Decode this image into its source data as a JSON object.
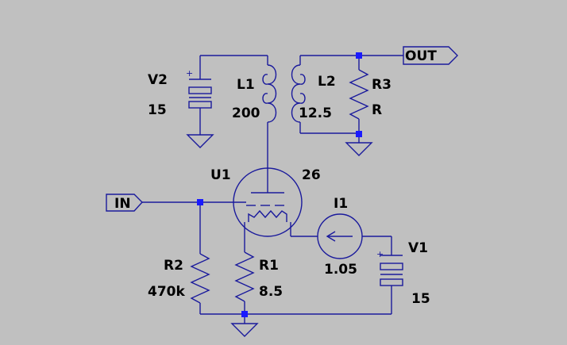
{
  "colors": {
    "background": "#c0c0c0",
    "wire": "#1a1a9c",
    "junction": "#1a1aff",
    "text": "#000000"
  },
  "components": {
    "v2": {
      "name": "V2",
      "value": "15"
    },
    "l1": {
      "name": "L1",
      "value": "200"
    },
    "l2": {
      "name": "L2",
      "value": "12.5"
    },
    "r3": {
      "name": "R3",
      "value": "R"
    },
    "u1": {
      "name": "U1",
      "value": "26"
    },
    "i1": {
      "name": "I1",
      "value": "1.05"
    },
    "v1": {
      "name": "V1",
      "value": "15"
    },
    "r2": {
      "name": "R2",
      "value": "470k"
    },
    "r1": {
      "name": "R1",
      "value": "8.5"
    }
  },
  "ports": {
    "in": "IN",
    "out": "OUT"
  }
}
